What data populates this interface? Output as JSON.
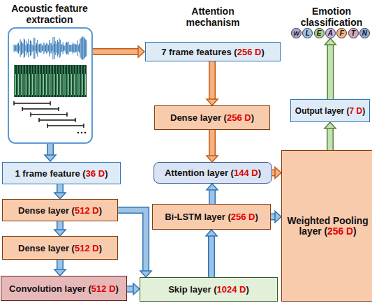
{
  "diagram": {
    "nodes": [
      {
        "text": [
          "7 frame features (256 D)"
        ]
      },
      {
        "text": [
          "W"
        ]
      },
      {
        "text": [
          "L"
        ]
      },
      {
        "text": [
          "E"
        ]
      },
      {
        "text": [
          "A"
        ]
      },
      {
        "text": [
          "F"
        ]
      },
      {
        "text": [
          "T"
        ]
      },
      {
        "text": [
          "N"
        ]
      },
      {
        "text": [
          "Dense layer (256 D)"
        ]
      },
      {
        "text": [
          "Output layer (7 D)"
        ]
      },
      {
        "text": [
          "Attention layer (144 D)"
        ]
      },
      {
        "text": [
          "Weighted Pooling layer (256 D)"
        ]
      },
      {
        "text": [
          "1 frame feature (36 D)"
        ]
      },
      {
        "text": [
          "Dense layer (512 D)"
        ]
      },
      {
        "text": [
          "Bi-LSTM layer (256 D)"
        ]
      },
      {
        "text": [
          "Dense layer (512 D)"
        ]
      },
      {
        "text": [
          "Convolution layer (512 D)"
        ]
      },
      {
        "text": [
          "Skip layer (1024 D)"
        ]
      }
    ],
    "edges": [
      {
        "from": 0,
        "to": 8,
        "arrow": "to"
      },
      {
        "from": 8,
        "to": 10,
        "arrow": "to"
      },
      {
        "from": 14,
        "to": 10,
        "arrow": "to"
      },
      {
        "from": 17,
        "to": 14,
        "arrow": "to"
      },
      {
        "from": 10,
        "to": 11,
        "arrow": "to"
      },
      {
        "from": 14,
        "to": 11,
        "arrow": "to"
      },
      {
        "from": 11,
        "to": 9,
        "arrow": "to"
      },
      {
        "from": 9,
        "to": 4,
        "arrow": "to"
      },
      {
        "from": 12,
        "to": 13,
        "arrow": "to"
      },
      {
        "from": 13,
        "to": 15,
        "arrow": "to"
      },
      {
        "from": 15,
        "to": 16,
        "arrow": "to"
      },
      {
        "from": 13,
        "to": 17,
        "arrow": "to"
      },
      {
        "from": 16,
        "to": 17,
        "arrow": "to"
      }
    ],
    "labels": [
      "Acoustic feature extraction",
      "Attention mechanism",
      "Emotion classification"
    ]
  }
}
